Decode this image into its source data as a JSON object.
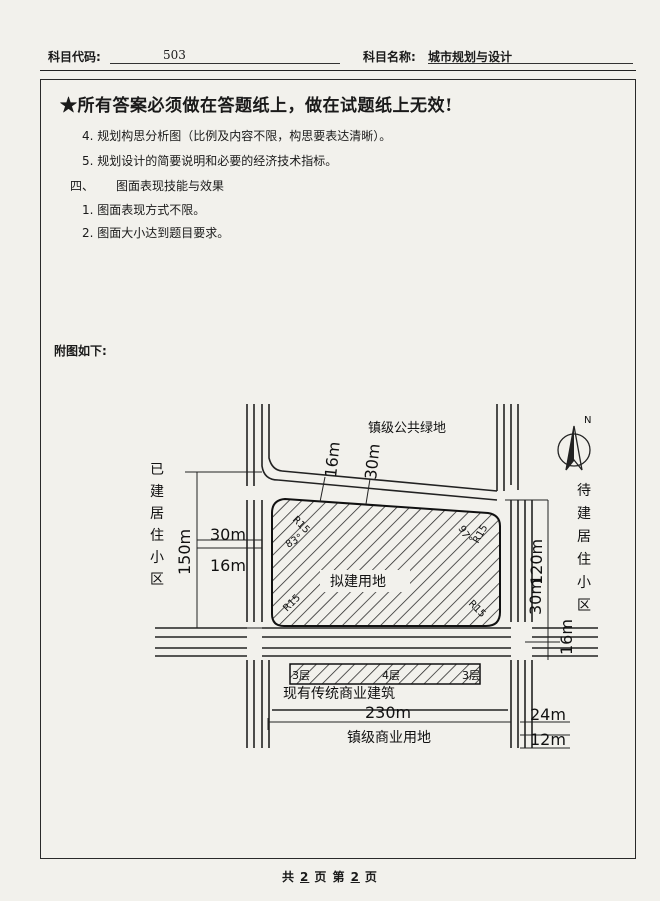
{
  "header": {
    "subject_code_label": "科目代码:",
    "subject_code": "503",
    "subject_name_label": "科目名称:",
    "subject_name": "城市规划与设计"
  },
  "notice": "★所有答案必须做在答题纸上，做在试题纸上无效!",
  "items": {
    "item4": "4. 规划构思分析图（比例及内容不限，构思要表达清晰）。",
    "item5": "5. 规划设计的简要说明和必要的经济技术指标。"
  },
  "section4": {
    "number": "四、",
    "title": "图面表现技能与效果",
    "points": [
      "1. 图面表现方式不限。",
      "2. 图面大小达到题目要求。"
    ]
  },
  "attachment_label": "附图如下:",
  "map": {
    "green_space": "镇级公共绿地",
    "existing_residential": [
      "已",
      "建",
      "居",
      "住",
      "小",
      "区"
    ],
    "planned_residential": [
      "待",
      "建",
      "居",
      "住",
      "小",
      "区"
    ],
    "site_label": "拟建用地",
    "existing_commercial": "现有传统商业建筑",
    "commercial_land": "镇级商业用地",
    "north": "N",
    "dims": {
      "d16_top": "16m",
      "d30_top": "30m",
      "d150": "150m",
      "d30_left": "30m",
      "d16_left": "16m",
      "d120": "120m",
      "d30_right": "30m",
      "d16_right": "16m",
      "d230": "230m",
      "d24": "24m",
      "d12": "12m"
    },
    "angles": {
      "a83": "83°",
      "a97": "97°"
    },
    "radii": {
      "r15": "R15"
    },
    "floors": {
      "f3a": "3层",
      "f4": "4层",
      "f3b": "3层"
    }
  },
  "footer": {
    "total_prefix": "共",
    "total": "2",
    "page_mid": "页  第",
    "current": "2",
    "page_suffix": "页"
  }
}
